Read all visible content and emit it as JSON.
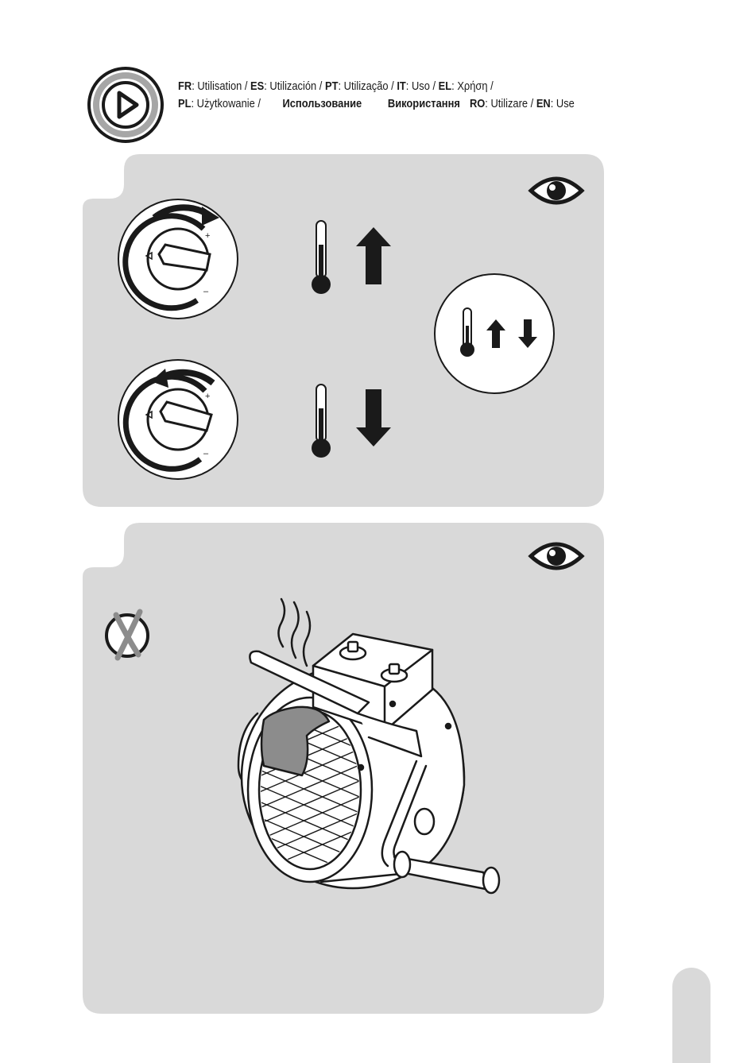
{
  "header": {
    "line1": [
      {
        "code": "FR",
        "text": ": Utilisation / "
      },
      {
        "code": "ES",
        "text": ": Utilización  / "
      },
      {
        "code": "PT",
        "text": ": Utilização / "
      },
      {
        "code": "IT",
        "text": ": Uso / "
      },
      {
        "code": "EL",
        "text": ": Χρήση /"
      }
    ],
    "line2": [
      {
        "code": "PL",
        "text": ": Użytkowanie /"
      },
      {
        "code": "",
        "text": "Использование"
      },
      {
        "code": "",
        "text": "Використання"
      },
      {
        "code": "RO",
        "text": ": Utilizare / "
      },
      {
        "code": "EN",
        "text": ": Use"
      }
    ]
  },
  "icons": {
    "header": "play-icon",
    "panel1_view": "eye-icon",
    "panel2_view": "eye-icon",
    "panel2_forbidden": "prohibited-x-icon",
    "panel1_items": [
      "knob-clockwise-icon",
      "thermometer-icon",
      "arrow-up-icon",
      "knob-counterclockwise-icon",
      "thermometer-icon",
      "arrow-down-icon",
      "thermostat-adjust-icon"
    ],
    "panel2_illustration": "fan-heater-covered-with-cloth-icon"
  },
  "colors": {
    "panel_bg": "#d9d9d9",
    "ink": "#1a1a1a",
    "circle_ring": "#a6a6a6"
  }
}
